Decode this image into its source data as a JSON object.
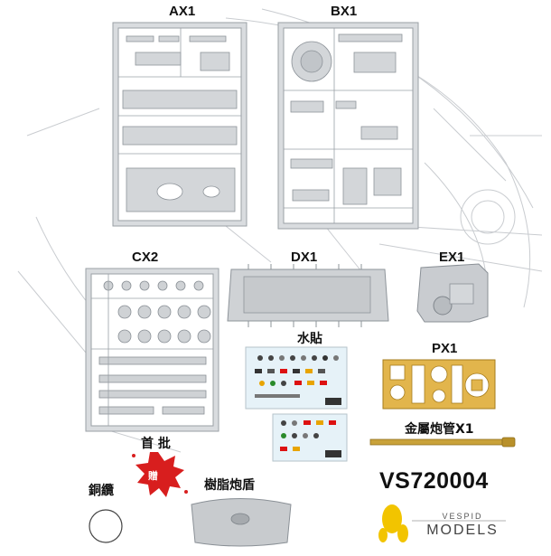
{
  "labels": {
    "ax1": "AX1",
    "bx1": "BX1",
    "cx2": "CX2",
    "dx1": "DX1",
    "ex1": "EX1",
    "px1": "PX1",
    "decal": "水貼",
    "metal_barrel": "金屬炮管X1",
    "first_batch": "首 批",
    "gift": "贈",
    "copper_cable": "銅纜",
    "resin_mantlet": "樹脂炮盾"
  },
  "product_code": "VS720004",
  "brand": {
    "line1": "VESPID",
    "line2": "MODELS"
  },
  "colors": {
    "sprue_grey": "#d6d9dc",
    "sprue_outline": "#9aa0a6",
    "photo_etch_gold": "#e2b54c",
    "seal_red": "#d81e1e",
    "background_lines": "#c9ccd0",
    "logo_yellow": "#f2c400"
  }
}
